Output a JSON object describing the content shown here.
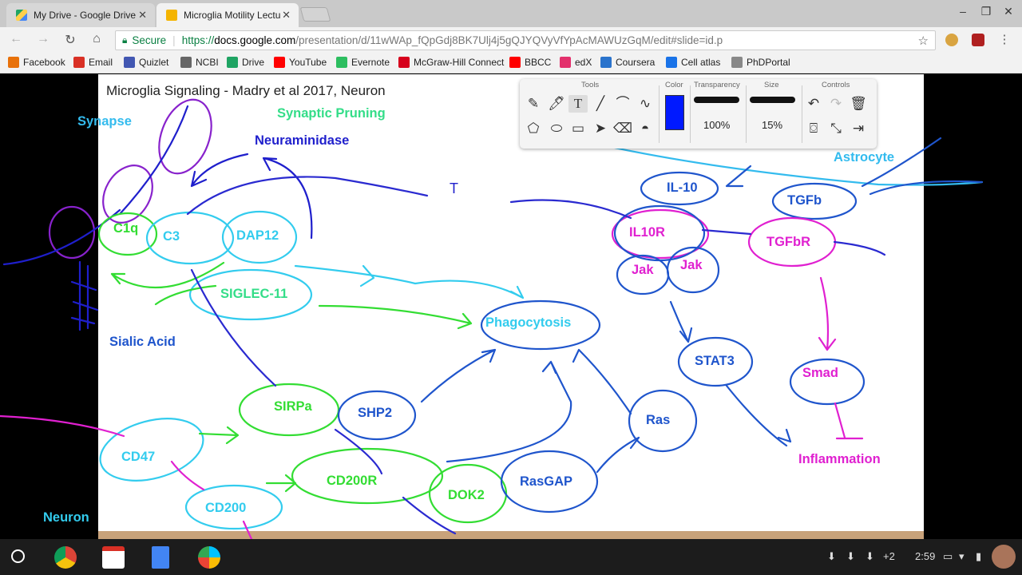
{
  "browser": {
    "tabs": [
      {
        "title": "My Drive - Google Drive",
        "icon": "google-drive-icon",
        "active": false
      },
      {
        "title": "Microglia Motility Lectur",
        "icon": "google-slides-icon",
        "active": true
      }
    ],
    "url": {
      "secure_label": "Secure",
      "scheme": "https://",
      "host": "docs.google.com",
      "path": "/presentation/d/11wWAp_fQpGdj8BK7Ulj4j5gQJYQVyVfYpAcMAWUzGqM/edit#slide=id.p"
    },
    "bookmarks": [
      {
        "label": "Facebook",
        "icon": "facebook-icon",
        "color": "#e8710a"
      },
      {
        "label": "Email",
        "icon": "gmail-icon",
        "color": "#d93025"
      },
      {
        "label": "Quizlet",
        "icon": "quizlet-icon",
        "color": "#4257b2"
      },
      {
        "label": "NCBI",
        "icon": "ncbi-icon",
        "color": "#666666"
      },
      {
        "label": "Drive",
        "icon": "google-drive-icon",
        "color": "#1fa463"
      },
      {
        "label": "YouTube",
        "icon": "youtube-icon",
        "color": "#ff0000"
      },
      {
        "label": "Evernote",
        "icon": "evernote-icon",
        "color": "#2dbe60"
      },
      {
        "label": "McGraw-Hill Connect",
        "icon": "mcgraw-hill-icon",
        "color": "#d6001c"
      },
      {
        "label": "BBCC",
        "icon": "youtube-icon",
        "color": "#ff0000"
      },
      {
        "label": "edX",
        "icon": "edx-icon",
        "color": "#e3306c"
      },
      {
        "label": "Coursera",
        "icon": "coursera-icon",
        "color": "#2a73cc"
      },
      {
        "label": "Cell atlas",
        "icon": "cell-atlas-icon",
        "color": "#1a73e8"
      },
      {
        "label": "PhDPortal",
        "icon": "phdportal-icon",
        "color": "#888888"
      }
    ]
  },
  "slide": {
    "title": "Microglia Signaling - Madry et al 2017, Neuron",
    "text_cursor": "T",
    "labels": [
      {
        "id": "synapse",
        "text": "Synapse",
        "color": "#33bbee"
      },
      {
        "id": "synaptic-pruning",
        "text": "Synaptic Pruning",
        "color": "#33dd88"
      },
      {
        "id": "neuraminidase",
        "text": "Neuraminidase",
        "color": "#1f1fcc"
      },
      {
        "id": "c1q",
        "text": "C1q",
        "color": "#33dd33"
      },
      {
        "id": "c3",
        "text": "C3",
        "color": "#33ccee"
      },
      {
        "id": "dap12",
        "text": "DAP12",
        "color": "#33ccee"
      },
      {
        "id": "siglec-11",
        "text": "SIGLEC-11",
        "color": "#33dd88"
      },
      {
        "id": "sialic-acid",
        "text": "Sialic Acid",
        "color": "#1f55cc"
      },
      {
        "id": "phagocytosis",
        "text": "Phagocytosis",
        "color": "#33ccee"
      },
      {
        "id": "sirpa",
        "text": "SIRPa",
        "color": "#33dd33"
      },
      {
        "id": "shp2",
        "text": "SHP2",
        "color": "#1f55cc"
      },
      {
        "id": "cd47",
        "text": "CD47",
        "color": "#33ccee"
      },
      {
        "id": "cd200r",
        "text": "CD200R",
        "color": "#33dd33"
      },
      {
        "id": "dok2",
        "text": "DOK2",
        "color": "#33dd33"
      },
      {
        "id": "rasgap",
        "text": "RasGAP",
        "color": "#1f55cc"
      },
      {
        "id": "ras",
        "text": "Ras",
        "color": "#1f55cc"
      },
      {
        "id": "cd200",
        "text": "CD200",
        "color": "#33ccee"
      },
      {
        "id": "neuron",
        "text": "Neuron",
        "color": "#33ccee"
      },
      {
        "id": "il-10",
        "text": "IL-10",
        "color": "#1f55cc"
      },
      {
        "id": "tgfb",
        "text": "TGFb",
        "color": "#1f55cc"
      },
      {
        "id": "il10r",
        "text": "IL10R",
        "color": "#e020d0"
      },
      {
        "id": "tgfbr",
        "text": "TGFbR",
        "color": "#e020d0"
      },
      {
        "id": "jak-1",
        "text": "Jak",
        "color": "#e020d0"
      },
      {
        "id": "jak-2",
        "text": "Jak",
        "color": "#e020d0"
      },
      {
        "id": "astrocyte",
        "text": "Astrocyte",
        "color": "#33bbee"
      },
      {
        "id": "stat3",
        "text": "STAT3",
        "color": "#1f55cc"
      },
      {
        "id": "smad",
        "text": "Smad",
        "color": "#e020d0"
      },
      {
        "id": "inflammation",
        "text": "Inflammation",
        "color": "#e020d0"
      }
    ]
  },
  "palette": {
    "tools_header": "Tools",
    "color_header": "Color",
    "transparency_header": "Transparency",
    "size_header": "Size",
    "controls_header": "Controls",
    "selected_color": "#0019ff",
    "transparency_value": "100%",
    "size_value": "15%",
    "transparency_level": 1.0,
    "size_level": 0.15
  },
  "taskbar": {
    "apps": [
      "chrome-icon",
      "gmail-icon",
      "google-docs-icon",
      "google-play-icon"
    ],
    "notification_count": "+2",
    "time": "2:59"
  }
}
